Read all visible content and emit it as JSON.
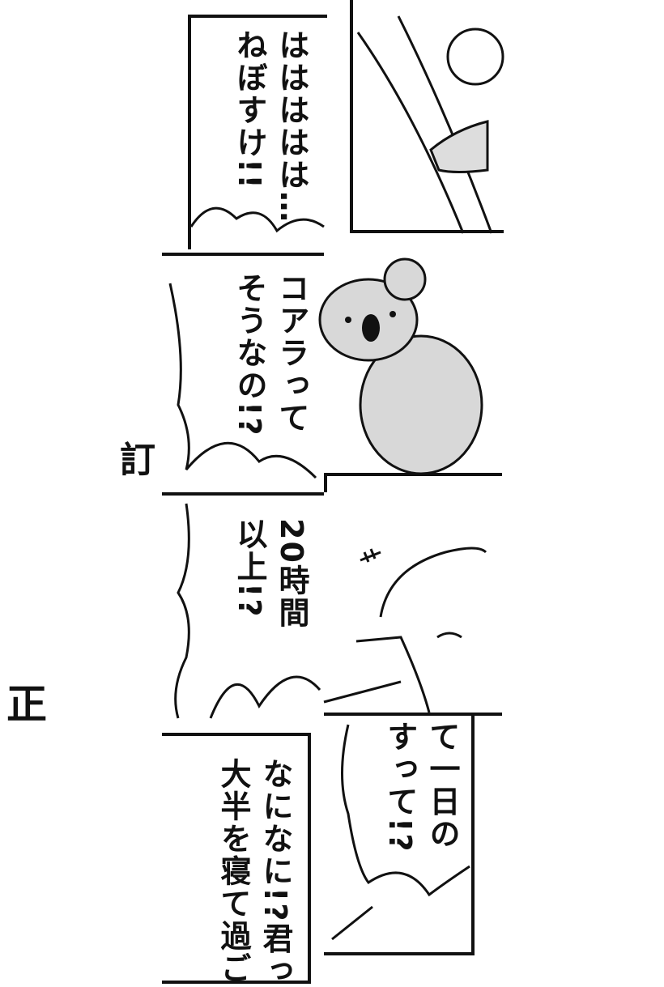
{
  "panels": [
    {
      "id": "panel-1",
      "speech": "ははははは…\nねぼすけ!!"
    },
    {
      "id": "panel-2",
      "speech": "コアラって\nそうなの!?"
    },
    {
      "id": "panel-3",
      "speech": "20時間\n以上!?"
    },
    {
      "id": "panel-4-left",
      "speech": "なになに!?君っ\n大半を寝て過ご"
    },
    {
      "id": "panel-4-right",
      "speech": "て一日の\nすって!?"
    }
  ],
  "side_text": [
    "訂",
    "正"
  ],
  "colors": {
    "ink": "#111111",
    "paper": "#ffffff",
    "screentone": "#d8d8d8"
  }
}
